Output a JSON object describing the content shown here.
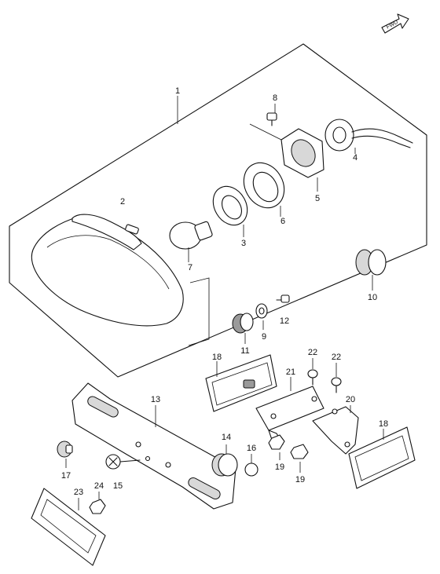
{
  "fwd_label": "FWD",
  "callouts": [
    {
      "id": "c1",
      "text": "1"
    },
    {
      "id": "c2",
      "text": "2"
    },
    {
      "id": "c3",
      "text": "3"
    },
    {
      "id": "c4",
      "text": "4"
    },
    {
      "id": "c5",
      "text": "5"
    },
    {
      "id": "c6",
      "text": "6"
    },
    {
      "id": "c7",
      "text": "7"
    },
    {
      "id": "c8",
      "text": "8"
    },
    {
      "id": "c9",
      "text": "9"
    },
    {
      "id": "c10",
      "text": "10"
    },
    {
      "id": "c11",
      "text": "11"
    },
    {
      "id": "c12",
      "text": "12"
    },
    {
      "id": "c13",
      "text": "13"
    },
    {
      "id": "c14",
      "text": "14"
    },
    {
      "id": "c15",
      "text": "15"
    },
    {
      "id": "c16",
      "text": "16"
    },
    {
      "id": "c17",
      "text": "17"
    },
    {
      "id": "c18a",
      "text": "18"
    },
    {
      "id": "c18b",
      "text": "18"
    },
    {
      "id": "c19a",
      "text": "19"
    },
    {
      "id": "c19b",
      "text": "19"
    },
    {
      "id": "c20",
      "text": "20"
    },
    {
      "id": "c21",
      "text": "21"
    },
    {
      "id": "c22a",
      "text": "22"
    },
    {
      "id": "c22b",
      "text": "22"
    },
    {
      "id": "c23",
      "text": "23"
    },
    {
      "id": "c24",
      "text": "24"
    }
  ]
}
